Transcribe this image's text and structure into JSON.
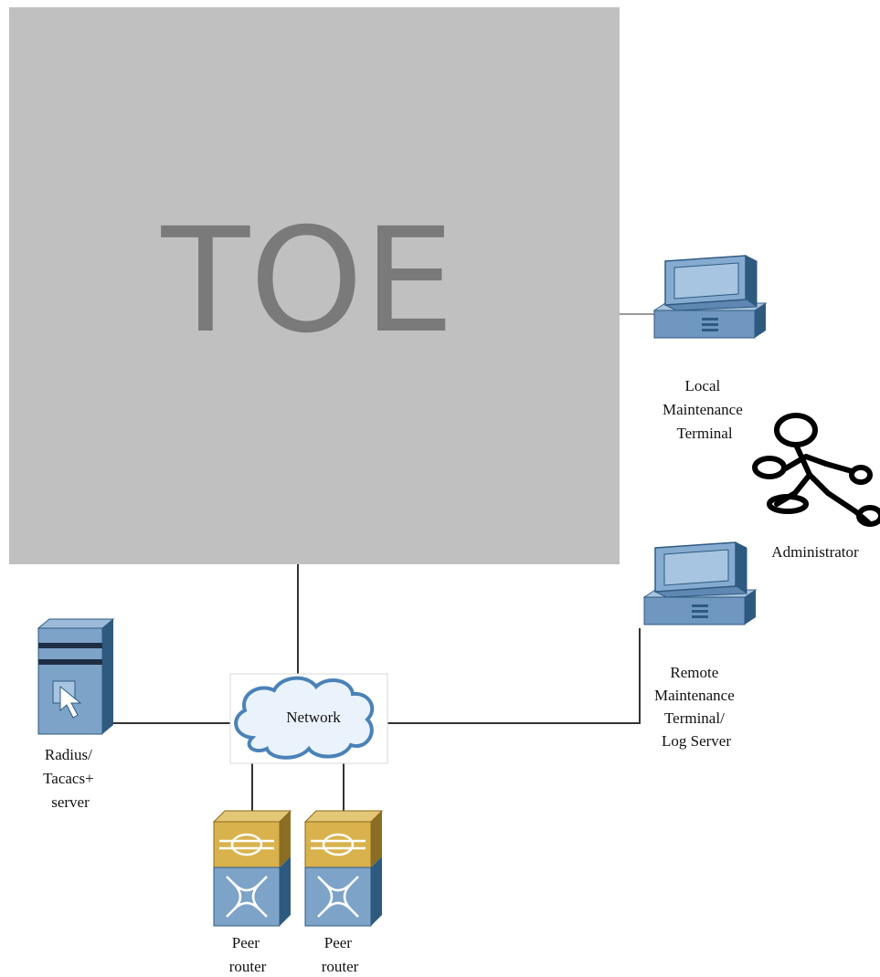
{
  "toe": {
    "title": "TOE"
  },
  "network": {
    "label": "Network"
  },
  "local_terminal": {
    "label_lines": [
      "Local",
      "Maintenance",
      "Terminal"
    ]
  },
  "administrator": {
    "label": "Administrator"
  },
  "remote_terminal": {
    "label_lines": [
      "Remote",
      "Maintenance",
      "Terminal/",
      "Log Server"
    ]
  },
  "radius_server": {
    "label_lines": [
      "Radius/",
      "Tacacs+",
      "server"
    ]
  },
  "peer_routers": [
    {
      "label_lines": [
        "Peer",
        "router"
      ]
    },
    {
      "label_lines": [
        "Peer",
        "router"
      ]
    }
  ],
  "colors": {
    "toe_fill": "#c0c0c0",
    "toe_text": "#7a7a7a",
    "device_blue": "#7ea3c8",
    "device_dark": "#2f5a80",
    "router_gold": "#d9b24e",
    "line": "#333333"
  },
  "icons": {
    "terminal": "computer-terminal-icon",
    "server": "server-tower-icon",
    "router": "router-icon",
    "person": "stick-figure-icon",
    "cloud": "cloud-icon"
  }
}
